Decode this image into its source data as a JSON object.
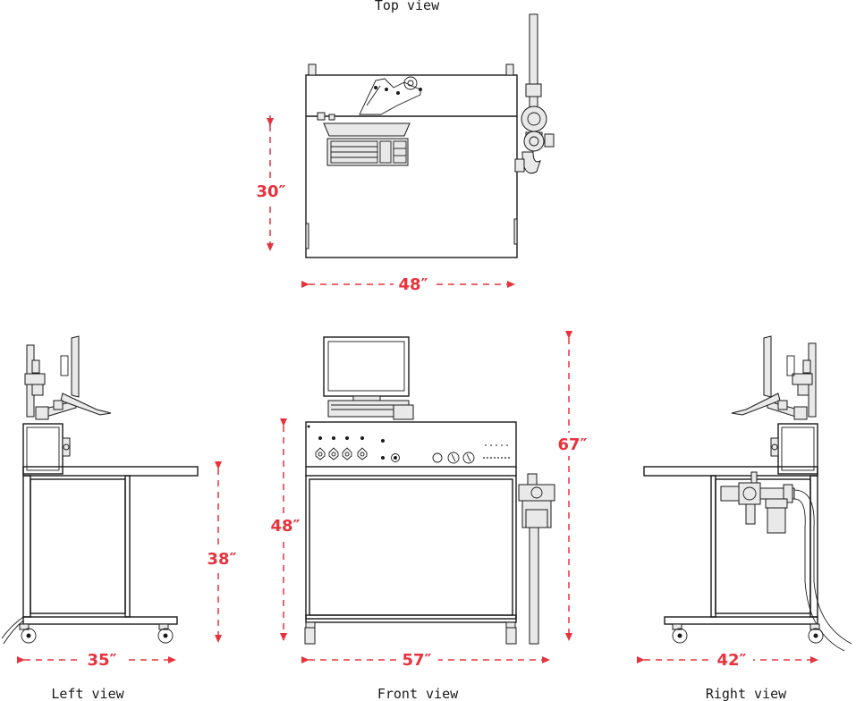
{
  "views": {
    "top": {
      "caption": "Top view",
      "depth": "30″",
      "width": "48″"
    },
    "left": {
      "caption": "Left view",
      "height": "38″",
      "depth": "35″"
    },
    "front": {
      "caption": "Front view",
      "height_total": "67″",
      "height_cabinet": "48″",
      "width": "57″"
    },
    "right": {
      "caption": "Right view",
      "depth": "42″"
    }
  }
}
